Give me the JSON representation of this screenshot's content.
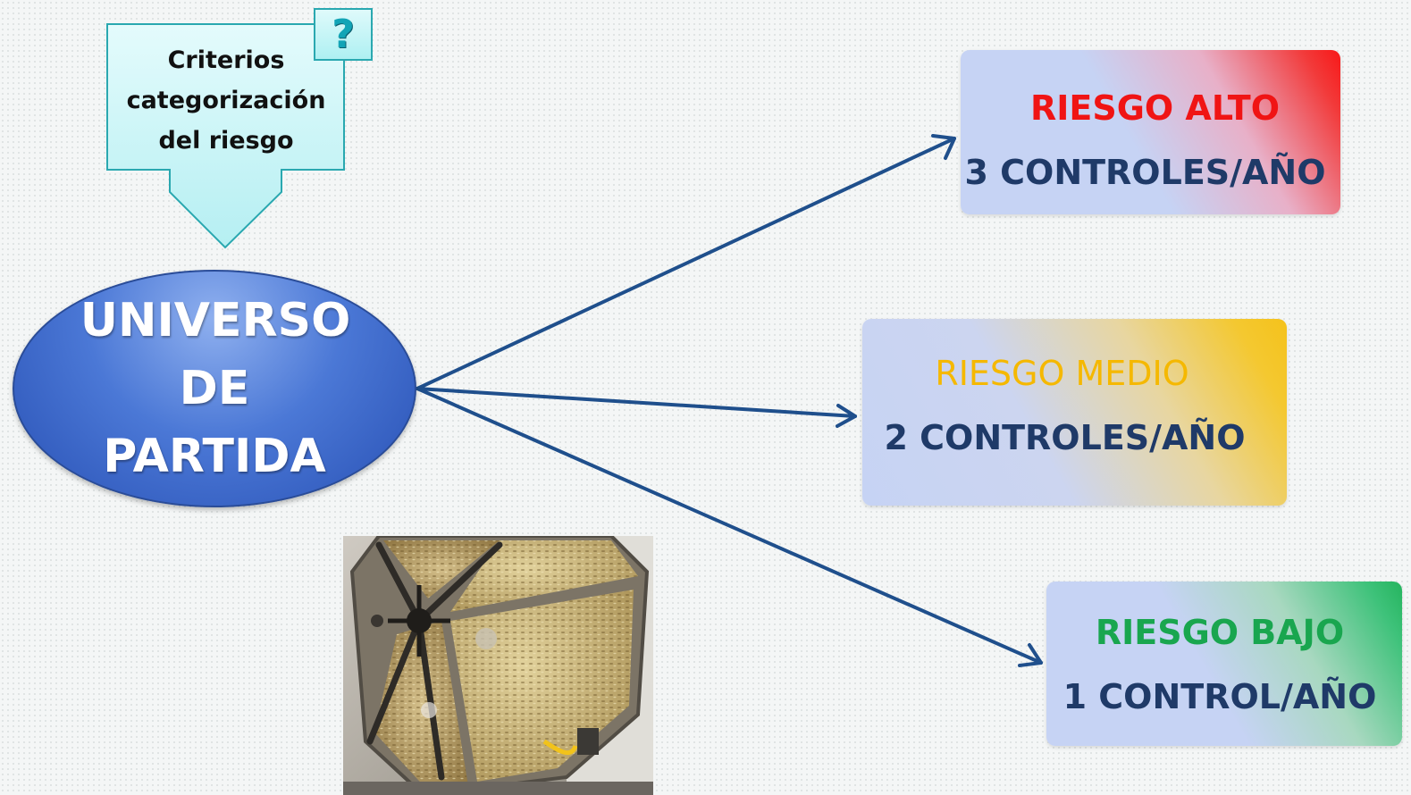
{
  "callout": {
    "lines": [
      "Criterios",
      "categorización",
      "del riesgo"
    ],
    "icon": "question-mark-icon",
    "icon_glyph": "?"
  },
  "center": {
    "lines": [
      "UNIVERSO",
      "DE",
      "PARTIDA"
    ]
  },
  "risks": [
    {
      "title": "RIESGO ALTO",
      "controls": "3 CONTROLES/AÑO",
      "color": "#f01414"
    },
    {
      "title": "RIESGO MEDIO",
      "controls": "2 CONTROLES/AÑO",
      "color": "#f5b800"
    },
    {
      "title": "RIESGO BAJO",
      "controls": "1 CONTROL/AÑO",
      "color": "#19a64f"
    }
  ],
  "colors": {
    "arrow": "#1f4f8c",
    "ellipse": "#3d67c8",
    "callout_fill": "#c9f5f7",
    "callout_border": "#2aa8b0"
  },
  "photo": {
    "subject": "rotating-drum-machine-photo"
  }
}
